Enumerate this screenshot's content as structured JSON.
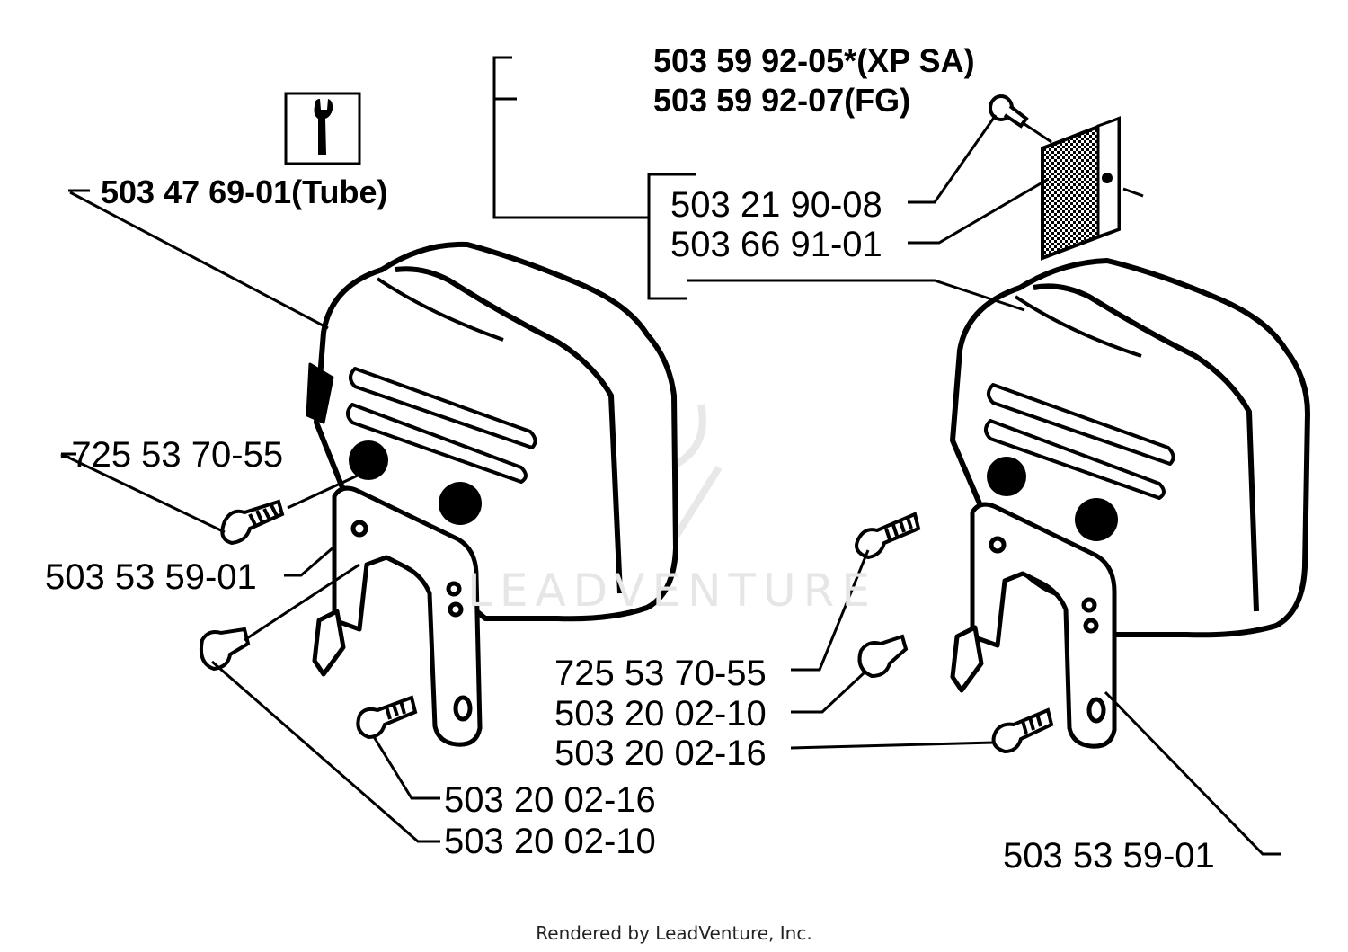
{
  "labels": {
    "kit_xp_sa": "503 59 92-05*(XP SA)",
    "kit_fg": "503 59 92-07(FG)",
    "tube": "503 47 69-01(Tube)",
    "screw_right_top": "503 21 90-08",
    "screen_right": "503 66 91-01",
    "bolt_left": "-725 53 70-55",
    "bracket_left": "503 53 59-01",
    "bolt_right": "725 53 70-55",
    "screw_right_a": "503 20 02-10",
    "screw_right_b": "503 20 02-16",
    "screw_left_b": "503 20 02-16",
    "screw_left_a": "503 20 02-10",
    "bracket_right": "503 53 59-01"
  },
  "watermark": "LEADVENTURE",
  "footer": "Rendered by LeadVenture, Inc.",
  "icons": {
    "tool": "wrench-icon"
  }
}
